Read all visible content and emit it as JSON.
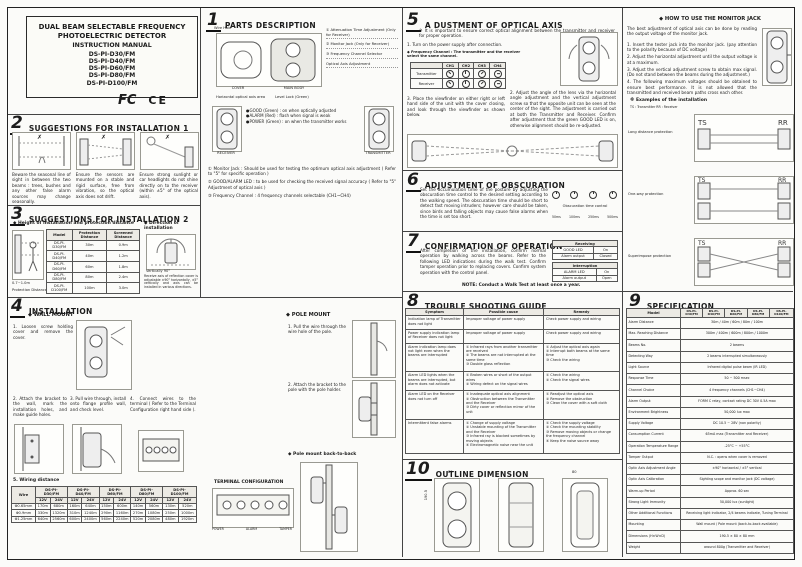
{
  "header": {
    "title_lines": [
      "DUAL BEAM SELECTABLE FREQUENCY",
      "PHOTOELECTRIC DETECTOR",
      "INSTRUCTION MANUAL"
    ],
    "models": [
      "DS-PI-D30/FM",
      "DS-PI-D40/FM",
      "DS-PI-D60/FM",
      "DS-PI-D80/FM",
      "DS-PI-D100/FM"
    ],
    "fcc_label": "FC",
    "ce_label": "CE"
  },
  "s1": {
    "num": "1",
    "title": "PARTS DESCRIPTION",
    "wire_hole": "Wire Hole",
    "callouts_right": [
      "① Attenuation Time Adjustment (Only for Receiver)",
      "② Monitor Jack (Only for Receiver)",
      "③ Frequency Channel Selector",
      "Optical Axis Adjustment"
    ],
    "callouts_bottom": [
      "Horizontal optical axis area",
      "Level Lock (Green)"
    ],
    "fig_captions": [
      "COVER",
      "MAIN BODY"
    ],
    "front_units": [
      "RECEIVER",
      "TRANSMITTER"
    ],
    "led_notes": [
      "●GOOD (Green) : on when optically adjusted",
      "●ALARM (Red) : flash when signal is weak",
      "●POWER (Green) : on when the transmitter works"
    ],
    "numbered_notes": [
      "① Monitor Jack : Should be used for testing the optimum optical axis adjustment ( Refer to \"5\" for specific operation )",
      "② GOOD/ALARM LED : to be used for checking the received signal accuracy ( Refer to \"5\" Adjustment of optical axis )",
      "③ Frequency Channel : 4 frequency channels selectable (CH1~CH4)"
    ]
  },
  "s2": {
    "num": "2",
    "title": "SUGGESTIONS FOR INSTALLATION 1",
    "marks": [
      "✗",
      "✗",
      "✗"
    ],
    "paragraphs": [
      "Beware the seasonal line of sight in between the two beams : trees, bushes and any other false alarm sources may change seasonally.",
      "Ensure the sensors are mounted on a stable and rigid surface, free from vibration, so the optical axis does not drift.",
      "Ensure strong sunlight or car headlights do not shine directly on to the receiver (within ±5° of the optical axis)."
    ]
  },
  "s3": {
    "num": "3",
    "title": "SUGGESTIONS FOR INSTALLATION 2",
    "height_heading": "◆ Height of installation and protection distance",
    "height_label": "0.7~1.0m",
    "distance_label": "Protection Distance",
    "table": {
      "headers": [
        "Model",
        "Protection Distance",
        "Screened Distance"
      ],
      "rows": [
        [
          "DS-PI-D30/FM",
          "30m",
          "0.9m"
        ],
        [
          "DS-PI-D40/FM",
          "40m",
          "1.2m"
        ],
        [
          "DS-PI-D60/FM",
          "60m",
          "1.8m"
        ],
        [
          "DS-PI-D80/FM",
          "80m",
          "2.4m"
        ],
        [
          "DS-PI-D100/FM",
          "100m",
          "3.0m"
        ]
      ]
    },
    "direction_heading": "◆ Direction of installation",
    "direction_label": "Vertically 90°",
    "direction_note": "Receive axis of reflection cover is adjustable ±90° horizontally, ±5° vertically and axis can be installed in various directions."
  },
  "s4": {
    "num": "4",
    "title": "INSTALLATION",
    "wall_heading": "◆ WALL MOUNT",
    "pole_heading": "◆ POLE MOUNT",
    "wall_steps": [
      "1. Loosen screw holding cover and remove the cover.",
      "2. Attach the bracket to the wall, mark the installation holes, and make guide holes.",
      "3. Pull wire through, install onto flange profile wall, and check level.",
      "4. Connect wires to the terminal ( Refer to the Terminal Configuration right hand side )."
    ],
    "wiring_heading": "5. Wiring distance",
    "pole_steps": [
      "1. Pull the wire through the wire hole of the pole.",
      "2. Attach the bracket to the pole with the pole holder."
    ],
    "pole_note": "◆ Pole mount back-to-back",
    "terminal_heading": "TERMINAL CONFIGURATION",
    "terminal_labels": [
      "POWER",
      "ALARM",
      "TAMPER"
    ],
    "wiring_table": {
      "corner": "Wire",
      "models": [
        "DS-PI-D30/FM",
        "DS-PI-D40/FM",
        "DS-PI-D60/FM",
        "DS-PI-D80/FM",
        "DS-PI-D100/FM"
      ],
      "voltages": [
        "12V",
        "24V",
        "12V",
        "24V",
        "12V",
        "24V",
        "12V",
        "24V",
        "12V",
        "24V"
      ],
      "rows": [
        [
          "Φ0.65mm",
          "170m",
          "680m",
          "160m",
          "640m",
          "150m",
          "600m",
          "140m",
          "560m",
          "130m",
          "520m"
        ],
        [
          "Φ0.9mm",
          "330m",
          "1320m",
          "310m",
          "1240m",
          "290m",
          "1160m",
          "270m",
          "1080m",
          "250m",
          "1000m"
        ],
        [
          "Φ1.25mm",
          "640m",
          "2560m",
          "600m",
          "2400m",
          "560m",
          "2240m",
          "520m",
          "2080m",
          "480m",
          "1920m"
        ]
      ]
    }
  },
  "s5": {
    "num": "5",
    "title": "A DUSTMENT OF OPTICAL AXIS",
    "intro": "※ It is important to ensure correct optical alignment between the transmitter and receiver for proper operation.",
    "step1": "1. Turn on the power supply after connection.",
    "freq_heading": "◆ Frequency Channel : The transmitter and the receiver select the same channel.",
    "channel_table": {
      "headers": [
        "",
        "CH1",
        "CH2",
        "CH3",
        "CH4"
      ],
      "rows": [
        "Transmitter",
        "Receiver"
      ]
    },
    "step2": "2. Adjust the angle of the lens via the horizontal angle adjustment and the vertical adjustment screw so that the opposite unit can be seen at the center of the sight. The adjustment is carried out at both the Transmitter and Receiver. Confirm after adjustment that the green GOOD LED is on, otherwise alignment should be re-adjusted.",
    "step3": "3. Place the viewfinder on either right or left hand side of the unit with the cover closing, and look through the viewfinder as shown below.",
    "monitor": {
      "heading": "◆ HOW TO USE THE MONITOR JACK",
      "intro": "The best adjustment of optical axis can be done by reading the output voltage of the monitor jack.",
      "steps": [
        "1. Insert the tester jack into the monitor jack. (pay attention to the polarity because of DC voltage)",
        "2. Adjust the horizontal adjustment until the output voltage is at a maximum.",
        "3. Adjust the vertical adjustment screw to obtain max signal. (Do not stand between the beams during the adjustment.)",
        "4. The following maximum voltages should be obtained to ensure best performance. It is not allowed that the transmitted and received beam paths cross each other."
      ]
    },
    "examples": {
      "heading": "※ Examples of the installation",
      "legend": "TS : Transmitter   RR : Receiver",
      "ts": "TS",
      "rr": "RR",
      "items": [
        "Long distance protection",
        "One-way protection",
        "Superimpose protection"
      ]
    }
  },
  "s6": {
    "num": "6",
    "title": "ADJUSTMENT OF OBSCURATION",
    "text": "Set the accumulation time of the posture by adjusting the obscuration time control to the desired setting according to the walking speed. The obscuration time should be short to detect fast moving intruders; however care should be taken, since birds and falling objects may cause false alarms when the time is set too short.",
    "dial_values": [
      "50ms",
      "100ms",
      "250ms",
      "500ms"
    ],
    "dial_label": "Obscuration time control"
  },
  "s7": {
    "num": "7",
    "title": "CONFIRMATION OF OPERATION",
    "text": "After completion of the installation, confirm normal operation by walking across the beams. Refer to the following LED indications during the walk test. Confirm tamper operation prior to replacing covers. Confirm system operation with the control panel.",
    "tables": [
      {
        "title": "Receiving",
        "rows": [
          [
            "GOOD LED",
            "On"
          ],
          [
            "Alarm output",
            "Closed"
          ]
        ]
      },
      {
        "title": "Interruption",
        "rows": [
          [
            "ALARM LED",
            "On"
          ],
          [
            "Alarm output",
            "Open"
          ]
        ]
      }
    ],
    "note": "NOTE: Conduct a Walk Test at least once a year."
  },
  "s8": {
    "num": "8",
    "title": "TROUBLE SHOOTING GUIDE",
    "headers": [
      "Symptom",
      "Possible cause",
      "Remedy"
    ],
    "rows": [
      {
        "sym": "Indication lamp of Transmitter does not light",
        "cause": "Improper voltage of power supply",
        "rem": "Check power supply and wiring"
      },
      {
        "sym": "Power supply indication lamp of Receiver does not light",
        "cause": "Improper voltage of power supply",
        "rem": "Check power supply and wiring"
      },
      {
        "sym": "Alarm indication lamp does not light even when the beams are interrupted",
        "cause": "① Infrared rays from another transmitter are received\n② The beams are not interrupted at the same time\n③ Double glass reflection",
        "rem": "① Adjust the optical axis again\n② Interrupt both beams at the same time\n③ Check the wiring"
      },
      {
        "sym": "Alarm LED lights when the beams are interrupted, but alarm does not activate",
        "cause": "① Broken wires or short of the output wires\n② Wiring defect on the signal wires",
        "rem": "① Check the wiring\n② Check the signal wires"
      },
      {
        "sym": "Alarm LED on the Receiver does not turn off",
        "cause": "① Inadequate optical axis alignment\n② Obstruction between the Transmitter and the Receiver\n③ Dirty cover or reflection mirror of the unit",
        "rem": "① Readjust the optical axis\n② Remove the obstruction\n③ Clean the cover with a soft cloth"
      },
      {
        "sym": "Intermittent false alarms",
        "cause": "① Change of supply voltage\n② Unstable mounting of the Transmitter and the Receiver\n③ Infrared ray is blocked sometimes by moving objects\n④ Electromagnetic noise near the unit",
        "rem": "① Check the supply voltage\n② Check the mounting stability\n③ Remove moving objects or change the frequency channel\n④ Keep the noise source away"
      }
    ]
  },
  "s9": {
    "num": "9",
    "title": "SPECIFICATION",
    "model_header": "Model",
    "models": [
      "DS-PI-D30/FM",
      "DS-PI-D40/FM",
      "DS-PI-D60/FM",
      "DS-PI-D80/FM",
      "DS-PI-D100/FM"
    ],
    "rows": [
      {
        "label": "Alarm Distance",
        "value": "30m / 40m / 60m / 80m / 100m"
      },
      {
        "label": "Max. Reaching Distance",
        "value": "300m / 400m / 600m / 800m / 1000m"
      },
      {
        "label": "Beams No.",
        "value": "2 beams"
      },
      {
        "label": "Detecting Way",
        "value": "2 beams interrupted simultaneously"
      },
      {
        "label": "Light Source",
        "value": "Infrared digital pulse beam (IR LED)"
      },
      {
        "label": "Response Time",
        "value": "50 ~ 500 msec"
      },
      {
        "label": "Channel Choice",
        "value": "4 frequency channels (CH1~CH4)"
      },
      {
        "label": "Alarm Output",
        "value": "FORM C relay, contact rating DC 30V 0.5A max"
      },
      {
        "label": "Environment Brightness",
        "value": "50,000 lux max"
      },
      {
        "label": "Supply Voltage",
        "value": "DC 10.5 ~ 28V (non polarity)"
      },
      {
        "label": "Consumption Current",
        "value": "65mA max (Transmitter and Receiver)"
      },
      {
        "label": "Operation Temperature Range",
        "value": "-25°C ~ +55°C"
      },
      {
        "label": "Tamper Output",
        "value": "N.C. : opens when cover is removed"
      },
      {
        "label": "Optic Axis Adjustment Angle",
        "value": "±90° horizontal / ±5° vertical"
      },
      {
        "label": "Optic Axis Calibration",
        "value": "Sighting scope and monitor jack (DC voltage)"
      },
      {
        "label": "Warm-up Period",
        "value": "Approx. 60 sec"
      },
      {
        "label": "Strong Light Immunity",
        "value": "50,000 lux (sunlight)"
      },
      {
        "label": "Other Additional Functions",
        "value": "Receiving light indicator, 2/4 beams indicate, Tuning Terminal"
      },
      {
        "label": "Mounting",
        "value": "Wall mount / Pole mount (back-to-back available)"
      },
      {
        "label": "Dimensions (H×W×D)",
        "value": "190.5 × 80 × 80 mm"
      },
      {
        "label": "Weight",
        "value": "around 800g (Transmitter and Receiver)"
      }
    ]
  },
  "s10": {
    "num": "10",
    "title": "OUTLINE DIMENSION",
    "dim_top": "80",
    "dim_side": "190.5",
    "dim_depth": "80"
  }
}
